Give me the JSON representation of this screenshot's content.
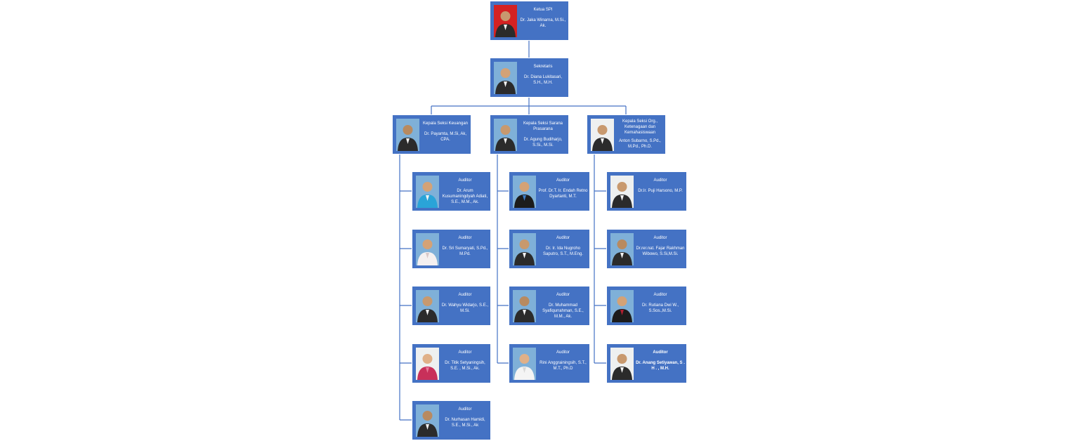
{
  "colors": {
    "box": "#4472c4",
    "line": "#4472c4",
    "photo_blue": "#7fb0d8",
    "photo_red": "#d42222",
    "photo_white": "#eef0f0"
  },
  "chart": {
    "head": {
      "role": "Ketua SPI",
      "name": "Dr. Jaka Winarna, M.Si., Ak."
    },
    "secretary": {
      "role": "Sekretaris",
      "name": "Dr. Diana Lukitasari, S.H., M.H."
    },
    "sections": [
      {
        "role": "Kepala Seksi Keuangan",
        "name": "Dr.  Payamta, M.Si,  Ak, CPA.",
        "auditors": [
          {
            "role": "Auditor",
            "name": "Dr. Arum Kusumaningdyah Adiati, S.E., M.M., Ak."
          },
          {
            "role": "Auditor",
            "name": "Dr.  Sri  Sumaryati, S.Pd., M.Pd."
          },
          {
            "role": "Auditor",
            "name": "Dr. Wahyu Widarjo,  S.E., M.Si."
          },
          {
            "role": "Auditor",
            "name": "Dr. Titik  Setyaningsih, S.E. ,  M.Si., Ak."
          },
          {
            "role": "Auditor",
            "name": "Dr. Nurhasan Hamidi, S.E., M.Si., Ak"
          }
        ]
      },
      {
        "role": "Kepala Seksi Sarana Prasarana",
        "name": "Dr. Agung  Budiharjo, S.Si., M.Si.",
        "auditors": [
          {
            "role": "Auditor",
            "name": "Prof. Dr.T. Ir. Endah Retno Dyartanti, M.T."
          },
          {
            "role": "Auditor",
            "name": "Dr.  Ir. Ida  Nugroho Saputro, S.T.,   M.Eng."
          },
          {
            "role": "Auditor",
            "name": "Dr. Muhammad Syafiqurrahman, S.E., M.M., Ak."
          },
          {
            "role": "Auditor",
            "name": "Rini  Anggrainingsih, S.T., M.T., Ph.D"
          }
        ]
      },
      {
        "role": "Kepala Seksi Org., Ketenagaan dan Kemahasiswaan",
        "name": "Anton Subarno,  S.Pd., M.Pd., Ph.D.",
        "auditors": [
          {
            "role": "Auditor",
            "name": "Dr.Ir.   Puji Harsono,  M.P."
          },
          {
            "role": "Auditor",
            "name": "Dr.rer.nat.  Fajar Rakhman Wibowo, S.Si,M.Si."
          },
          {
            "role": "Auditor",
            "name": "Dr.  Rutiana Dwi W., S.Sos.,M.Si."
          },
          {
            "role": "Auditor",
            "name": "Dr. Anang Setiyawan, S . H . , M.H."
          }
        ]
      }
    ]
  }
}
